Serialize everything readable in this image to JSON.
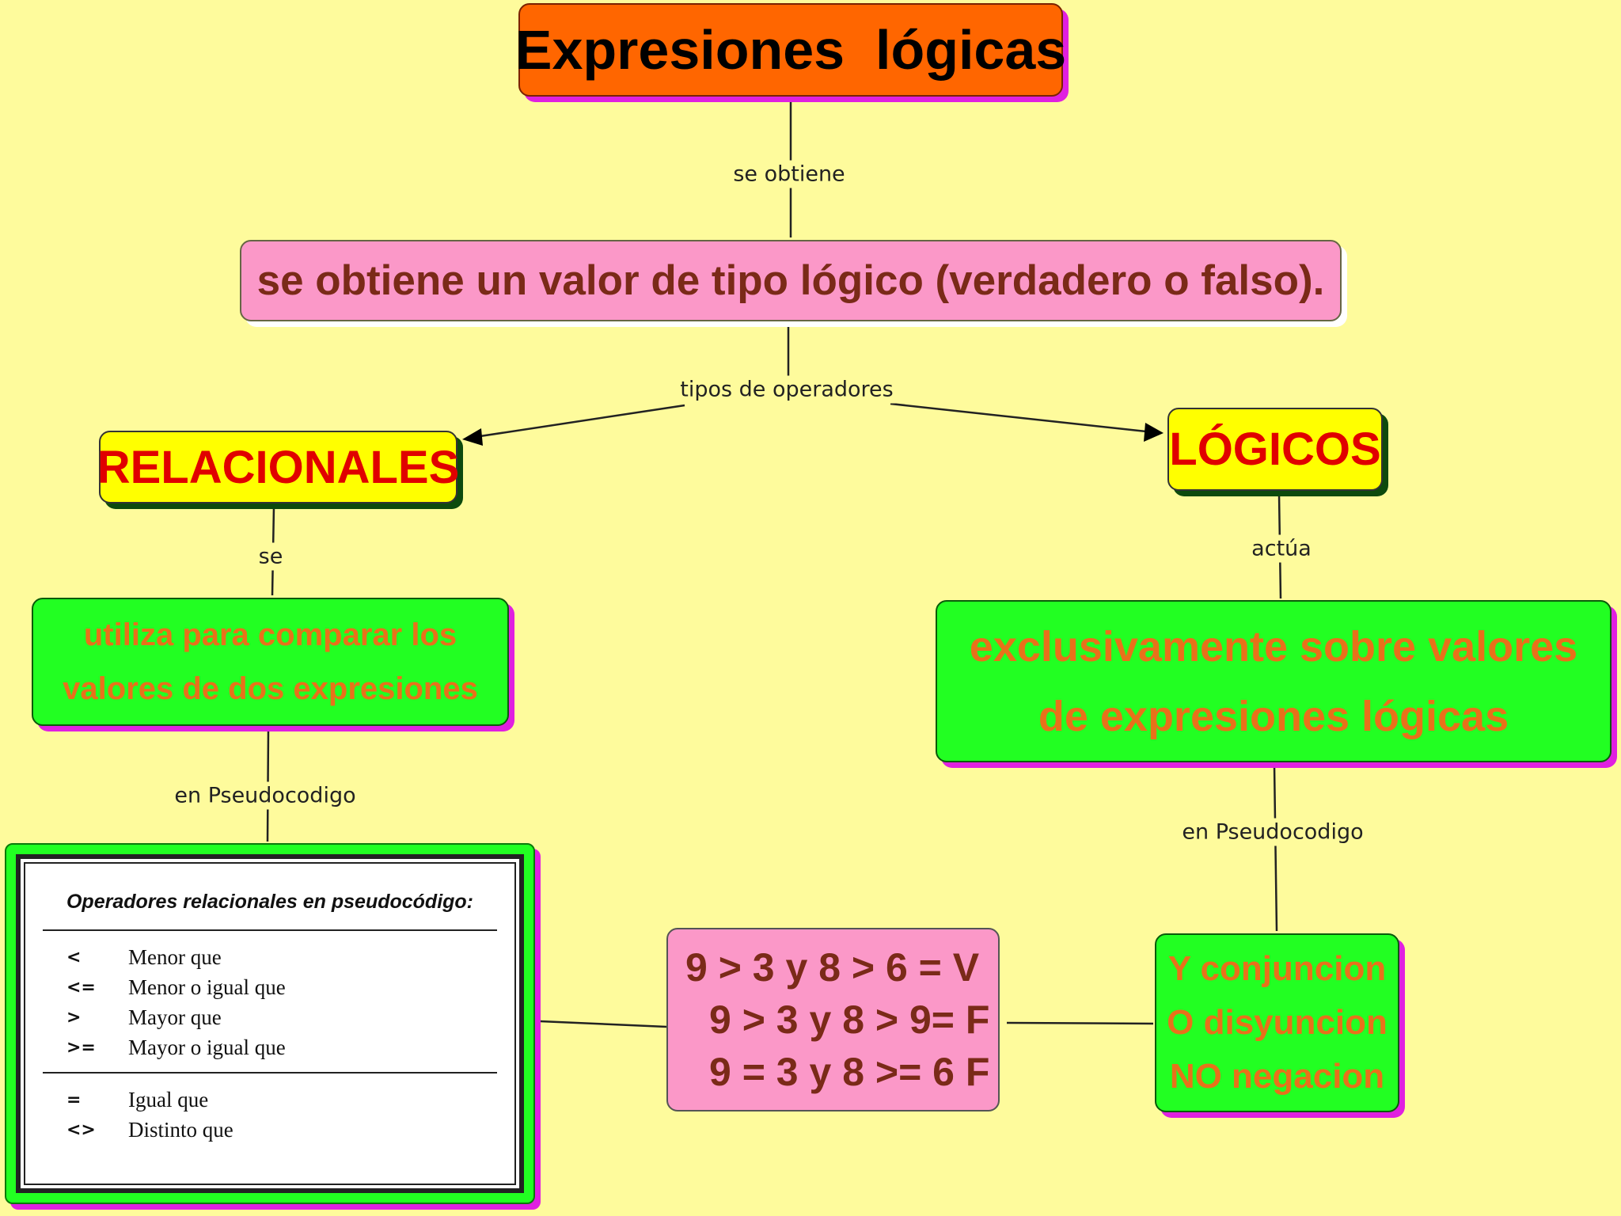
{
  "title": "Expresiones  lógicas",
  "value_node": "se obtiene un valor de tipo lógico (verdadero o falso).",
  "links": {
    "se_obtiene": "se obtiene",
    "tipos": "tipos de operadores",
    "se": "se",
    "actua": "actúa",
    "pseudo_left": "en Pseudocodigo",
    "pseudo_right": "en Pseudocodigo"
  },
  "relacionales": {
    "label": "RELACIONALES",
    "desc_line1": "utiliza para comparar los",
    "desc_line2": "valores de dos expresiones"
  },
  "logicos": {
    "label": "LÓGICOS",
    "desc_line1": "exclusivamente sobre valores",
    "desc_line2": "de expresiones lógicas"
  },
  "table": {
    "title": "Operadores relacionales en pseudocódigo:",
    "group1": [
      {
        "op": "<",
        "desc": "Menor que"
      },
      {
        "op": "<=",
        "desc": "Menor o igual que"
      },
      {
        "op": ">",
        "desc": "Mayor que"
      },
      {
        "op": ">=",
        "desc": "Mayor o igual que"
      }
    ],
    "group2": [
      {
        "op": "=",
        "desc": "Igual que"
      },
      {
        "op": "<>",
        "desc": "Distinto que"
      }
    ]
  },
  "examples": [
    "9 > 3 y 8 > 6 = V",
    "9 > 3 y 8 > 9= F",
    "9 = 3 y 8 >= 6 F"
  ],
  "logical_ops": [
    "Y conjuncion",
    "O disyuncion",
    "NO negacion"
  ],
  "colors": {
    "background": "#fefb9c",
    "title_fill": "#ff6600",
    "pink_fill": "#fb98c8",
    "yellow_fill": "#ffff00",
    "green_fill": "#22ff22",
    "red_text": "#e00000",
    "orange_text": "#e8711a"
  }
}
